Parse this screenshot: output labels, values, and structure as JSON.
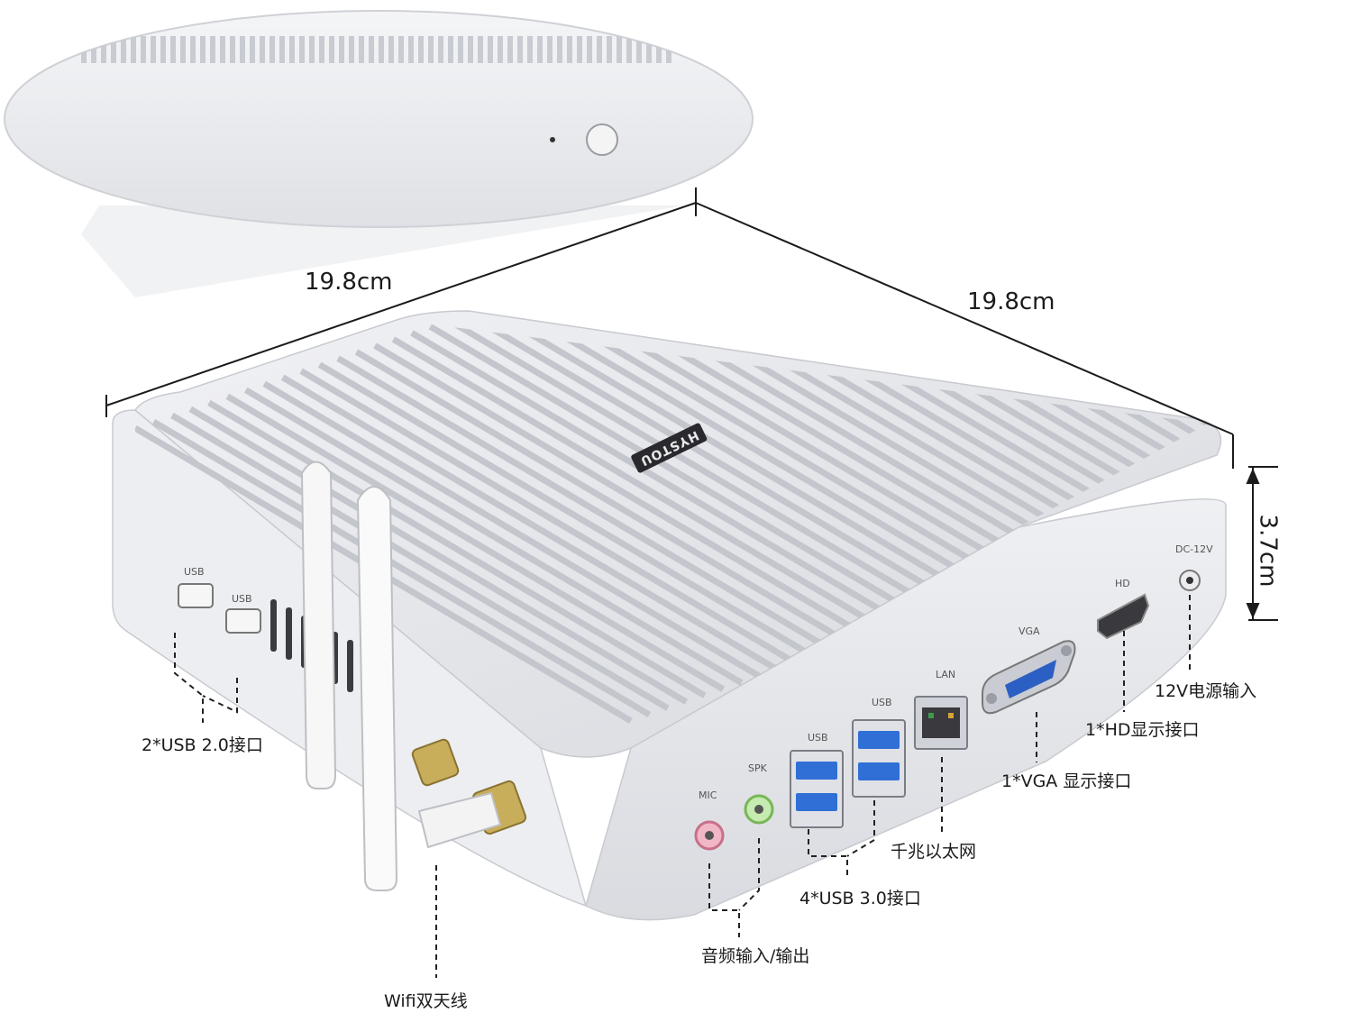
{
  "brand": "HYSTOU",
  "dimensions": {
    "width": "19.8cm",
    "depth": "19.8cm",
    "height": "3.7cm"
  },
  "port_markings": {
    "usb_left_1": "USB",
    "usb_left_2": "USB",
    "mic": "MIC",
    "spk": "SPK",
    "usb_rear_1": "USB",
    "usb_rear_2": "USB",
    "lan": "LAN",
    "vga": "VGA",
    "hd": "HD",
    "dc": "DC-12V"
  },
  "callouts": {
    "usb20": "2*USB 2.0接口",
    "wifi": "Wifi双天线",
    "audio": "音频输入/输出",
    "usb30": "4*USB 3.0接口",
    "lan": "千兆以太网",
    "vga": "1*VGA 显示接口",
    "hd": "1*HD显示接口",
    "power": "12V电源输入"
  },
  "colors": {
    "chassis": "#e2e3e7",
    "fins": "#c9cbd0",
    "usb3_blue": "#2f6fd6",
    "vga_blue": "#2c5fc4",
    "mic_pink": "#e58aa3",
    "spk_green": "#8fcf6a",
    "connector_gold": "#b89a4a"
  }
}
